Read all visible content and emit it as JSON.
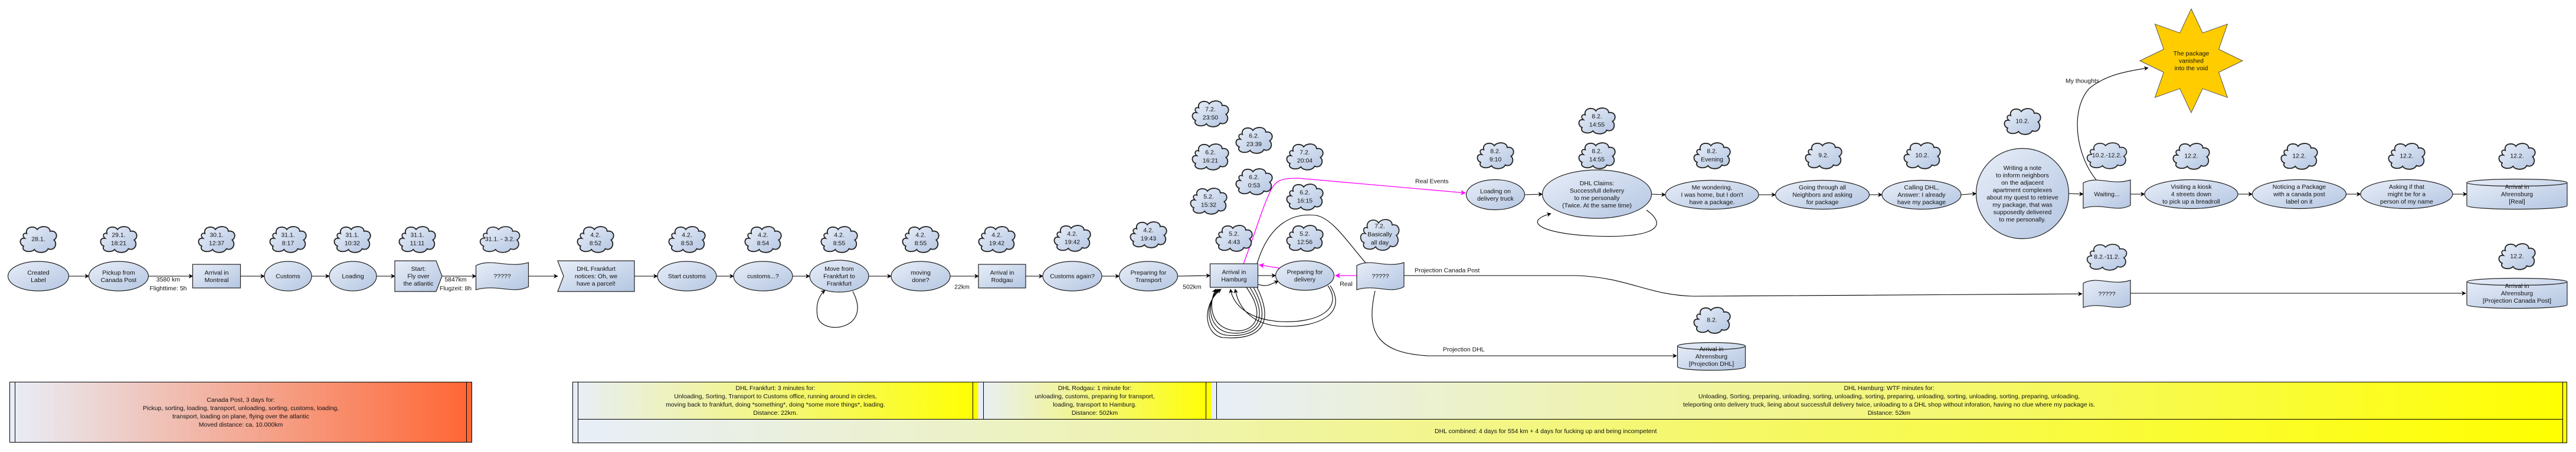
{
  "colors": {
    "shape_light": "#e8eef8",
    "shape_dark": "#b4c6e2",
    "stroke": "#222222",
    "real_path": "#ff00ff",
    "star": "#ffcc00",
    "canada_post": "#ff6633",
    "dhl": "#ffff00"
  },
  "nodes": [
    {
      "id": "created",
      "shape": "ellipse",
      "lines": [
        "Created",
        "Label"
      ]
    },
    {
      "id": "pickup",
      "shape": "ellipse",
      "lines": [
        "Pickup from",
        "Canada Post"
      ]
    },
    {
      "id": "montreal",
      "shape": "rect",
      "lines": [
        "Arrival in",
        "Montreal"
      ]
    },
    {
      "id": "customs",
      "shape": "ellipse",
      "lines": [
        "Customs"
      ]
    },
    {
      "id": "loading",
      "shape": "ellipse",
      "lines": [
        "Loading"
      ]
    },
    {
      "id": "start",
      "shape": "flag",
      "lines": [
        "Start:",
        "Fly over",
        "the atlantic"
      ]
    },
    {
      "id": "unknown1",
      "shape": "wave",
      "lines": [
        "?????"
      ]
    },
    {
      "id": "dhlfra",
      "shape": "notch",
      "lines": [
        "DHL Frankfurt",
        "notices: Oh, we",
        "have a parcel!"
      ]
    },
    {
      "id": "startcustoms",
      "shape": "ellipse",
      "lines": [
        "Start customs"
      ]
    },
    {
      "id": "customsq",
      "shape": "ellipse",
      "lines": [
        "customs...?"
      ]
    },
    {
      "id": "move",
      "shape": "ellipse",
      "lines": [
        "Move from",
        "Frankfurt to",
        "Frankfurt"
      ]
    },
    {
      "id": "movingdone",
      "shape": "ellipse",
      "lines": [
        "moving",
        "done?"
      ]
    },
    {
      "id": "rodgau",
      "shape": "rect",
      "lines": [
        "Arrival in",
        "Rodgau"
      ]
    },
    {
      "id": "customsagain",
      "shape": "ellipse",
      "lines": [
        "Customs again?"
      ]
    },
    {
      "id": "preptransport",
      "shape": "ellipse",
      "lines": [
        "Preparing for",
        "Transport"
      ]
    },
    {
      "id": "hamburg",
      "shape": "rect",
      "lines": [
        "Arrival in",
        "Hamburg"
      ]
    },
    {
      "id": "prepdelivery",
      "shape": "ellipse",
      "lines": [
        "Preparing for",
        "delivery"
      ]
    },
    {
      "id": "unknown2",
      "shape": "wave",
      "lines": [
        "?????"
      ]
    },
    {
      "id": "loadtruck",
      "shape": "ellipse",
      "lines": [
        "Loading on",
        "delivery truck"
      ]
    },
    {
      "id": "dhlclaims",
      "shape": "ellipse",
      "lines": [
        "DHL Claims:",
        "Successfull delivery",
        "to me personally",
        "(Twice. At the same time)"
      ]
    },
    {
      "id": "wondering",
      "shape": "ellipse",
      "lines": [
        "Me wondering,",
        "I was home, but I don't",
        "have a package."
      ]
    },
    {
      "id": "going",
      "shape": "ellipse",
      "lines": [
        "Going through all",
        "Neighbors and asking",
        "for package"
      ]
    },
    {
      "id": "calling",
      "shape": "ellipse",
      "lines": [
        "Calling DHL,",
        "Answer: I already",
        "have my package"
      ]
    },
    {
      "id": "note",
      "shape": "ellipse",
      "lines": [
        "Writing a note",
        "to inform neighbors",
        "on the adjacent",
        "apartment complexes",
        "about my quest to retrieve",
        "my package, that was",
        "supposedly delivered",
        "to me personally."
      ]
    },
    {
      "id": "waiting",
      "shape": "wave",
      "lines": [
        "Waiting..."
      ]
    },
    {
      "id": "kiosk",
      "shape": "ellipse",
      "lines": [
        "Visiting a kiosk",
        "4 streets down",
        "to pick up a breadroll"
      ]
    },
    {
      "id": "noticing",
      "shape": "ellipse",
      "lines": [
        "Noticing a Package",
        "with a canada post",
        "label on it"
      ]
    },
    {
      "id": "asking",
      "shape": "ellipse",
      "lines": [
        "Asking if that",
        "might be for a",
        "person of my name"
      ]
    },
    {
      "id": "ahrreal",
      "shape": "cylinder",
      "lines": [
        "Arrival in",
        "Ahrensburg",
        "[Real]"
      ]
    },
    {
      "id": "unknown3",
      "shape": "wave",
      "lines": [
        "?????"
      ]
    },
    {
      "id": "ahrproj",
      "shape": "cylinder",
      "lines": [
        "Arrival in",
        "Ahrensburg",
        "[Projection Canada Post]"
      ]
    },
    {
      "id": "ahrdhl",
      "shape": "cylinder",
      "lines": [
        "Arrival in",
        "Ahrensburg",
        "[Projection DHL]"
      ]
    },
    {
      "id": "star",
      "shape": "star",
      "lines": [
        "The package",
        "vanished",
        "into the void"
      ]
    }
  ],
  "clouds": [
    {
      "id": "c-created",
      "lines": [
        "28.1."
      ]
    },
    {
      "id": "c-pickup",
      "lines": [
        "29.1.",
        "18:21"
      ]
    },
    {
      "id": "c-montreal",
      "lines": [
        "30.1.",
        "12:37"
      ]
    },
    {
      "id": "c-customs",
      "lines": [
        "31.1.",
        "8:17"
      ]
    },
    {
      "id": "c-loading",
      "lines": [
        "31.1.",
        "10:32"
      ]
    },
    {
      "id": "c-start",
      "lines": [
        "31.1.",
        "11:11"
      ]
    },
    {
      "id": "c-unknown1",
      "lines": [
        "31.1. - 3.2."
      ]
    },
    {
      "id": "c-dhlfra",
      "lines": [
        "4.2.",
        "8:52"
      ]
    },
    {
      "id": "c-startcustoms",
      "lines": [
        "4.2.",
        "8:53"
      ]
    },
    {
      "id": "c-customsq",
      "lines": [
        "4.2.",
        "8:54"
      ]
    },
    {
      "id": "c-move",
      "lines": [
        "4.2.",
        "8:55"
      ]
    },
    {
      "id": "c-movingdone",
      "lines": [
        "4.2.",
        "8:55"
      ]
    },
    {
      "id": "c-rodgau",
      "lines": [
        "4.2.",
        "19:42"
      ]
    },
    {
      "id": "c-customsagain",
      "lines": [
        "4.2.",
        "19:42"
      ]
    },
    {
      "id": "c-preptransport",
      "lines": [
        "4.2.",
        "19:43"
      ]
    },
    {
      "id": "c-h1",
      "lines": [
        "7.2.",
        "23:50"
      ]
    },
    {
      "id": "c-h2",
      "lines": [
        "6.2.",
        "23:39"
      ]
    },
    {
      "id": "c-h3",
      "lines": [
        "6.2.",
        "16:21"
      ]
    },
    {
      "id": "c-h4",
      "lines": [
        "7.2.",
        "20:04"
      ]
    },
    {
      "id": "c-h5",
      "lines": [
        "6.2.",
        "0:53"
      ]
    },
    {
      "id": "c-h6",
      "lines": [
        "6.2.",
        "16:15"
      ]
    },
    {
      "id": "c-h7",
      "lines": [
        "5.2.",
        "15:32"
      ]
    },
    {
      "id": "c-hamburg",
      "lines": [
        "5.2.",
        "4:43"
      ]
    },
    {
      "id": "c-prepdelivery",
      "lines": [
        "5.2.",
        "12:56"
      ]
    },
    {
      "id": "c-unknown2",
      "lines": [
        "7.2.",
        "Basically",
        "all day"
      ]
    },
    {
      "id": "c-loadtruck",
      "lines": [
        "8.2.",
        "9:10"
      ]
    },
    {
      "id": "c-dhlclaims-a",
      "lines": [
        "8.2.",
        "14:55"
      ]
    },
    {
      "id": "c-dhlclaims-b",
      "lines": [
        "8.2.",
        "14:55"
      ]
    },
    {
      "id": "c-wondering",
      "lines": [
        "8.2.",
        "Evening"
      ]
    },
    {
      "id": "c-ahrdhl",
      "lines": [
        "8.2."
      ]
    },
    {
      "id": "c-going",
      "lines": [
        "9.2."
      ]
    },
    {
      "id": "c-calling",
      "lines": [
        "10.2."
      ]
    },
    {
      "id": "c-note",
      "lines": [
        "10.2."
      ]
    },
    {
      "id": "c-waiting",
      "lines": [
        "10.2.-12.2."
      ]
    },
    {
      "id": "c-unknown3",
      "lines": [
        "8.2.-11.2."
      ]
    },
    {
      "id": "c-kiosk",
      "lines": [
        "12.2."
      ]
    },
    {
      "id": "c-noticing",
      "lines": [
        "12.2."
      ]
    },
    {
      "id": "c-asking",
      "lines": [
        "12.2."
      ]
    },
    {
      "id": "c-ahrreal",
      "lines": [
        "12.2."
      ]
    },
    {
      "id": "c-ahrproj",
      "lines": [
        "12.2."
      ]
    }
  ],
  "edge_labels": [
    {
      "id": "l-flight1",
      "lines": [
        "3580 km",
        "Flighttime: 5h"
      ]
    },
    {
      "id": "l-flight2",
      "lines": [
        "5847km",
        "Flugzeit: 8h"
      ]
    },
    {
      "id": "l-22km",
      "lines": [
        "22km"
      ]
    },
    {
      "id": "l-502km",
      "lines": [
        "502km"
      ]
    },
    {
      "id": "l-real",
      "lines": [
        "Real"
      ]
    },
    {
      "id": "l-realevents",
      "lines": [
        "Real Events"
      ]
    },
    {
      "id": "l-projcp",
      "lines": [
        "Projection Canada Post"
      ]
    },
    {
      "id": "l-projdhl",
      "lines": [
        "Projection DHL"
      ]
    },
    {
      "id": "l-thoughts",
      "lines": [
        "My thoughts"
      ]
    }
  ],
  "summaries": {
    "canada_post": [
      "Canada Post, 3 days for:",
      "Pickup, sorting, loading, transport, unloading, sorting, customs, loading,",
      "transport, loading on plane, flying over the atlantic",
      "Moved distance: ca. 10.000km"
    ],
    "dhl_frankfurt": [
      "DHL Frankfurt: 3 minutes for:",
      "Unloading, Sorting, Transport to Customs office, running around in circles,",
      "moving back to frankfurt, doing *something*, doing *some more things*, loading.",
      "Distance: 22km."
    ],
    "dhl_rodgau": [
      "DHL Rodgau: 1 minute for:",
      "unloading, customs, preparing for transport,",
      "loading, transport to Hamburg.",
      "Distance: 502km"
    ],
    "dhl_hamburg": [
      "DHL Hamburg: WTF minutes for:",
      "Unloading, Sorting, preparing, unloading, sorting, unloading, sorting, preparing, unloading, sorting, unloading, sorting, preparing, unloading,",
      "teleporting onto delivery truck, lieing about successfull delivery twice, unloading to a DHL shop without inforation, having no clue where my package is.",
      "Distance: 52km"
    ],
    "dhl_combined": "DHL combined: 4 days for 554 km + 4 days for fucking up and being incompetent"
  }
}
